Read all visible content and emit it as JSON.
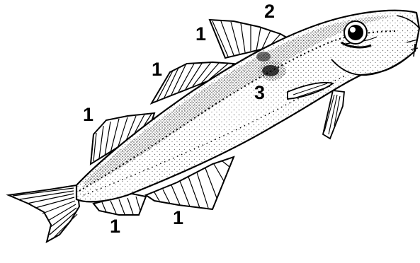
{
  "figure": {
    "subject": "fish",
    "style": "black stipple ink drawing on white",
    "colors": {
      "ink": "#000000",
      "background": "#ffffff"
    },
    "callouts": [
      {
        "id": "first-dorsal-label",
        "text": "2"
      },
      {
        "id": "second-dorsal-label",
        "text": "1"
      },
      {
        "id": "third-dorsal-label",
        "text": "1"
      },
      {
        "id": "fourth-dorsal-label",
        "text": "1"
      },
      {
        "id": "pectoral-blotch-label",
        "text": "3"
      },
      {
        "id": "first-anal-label",
        "text": "1"
      },
      {
        "id": "second-anal-label",
        "text": "1"
      }
    ]
  }
}
